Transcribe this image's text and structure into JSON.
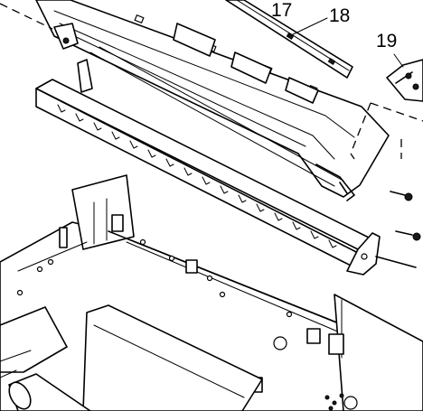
{
  "callouts": {
    "c17": "17",
    "c18": "18",
    "c19": "19"
  },
  "colors": {
    "line": "#000000",
    "background": "#ffffff"
  }
}
